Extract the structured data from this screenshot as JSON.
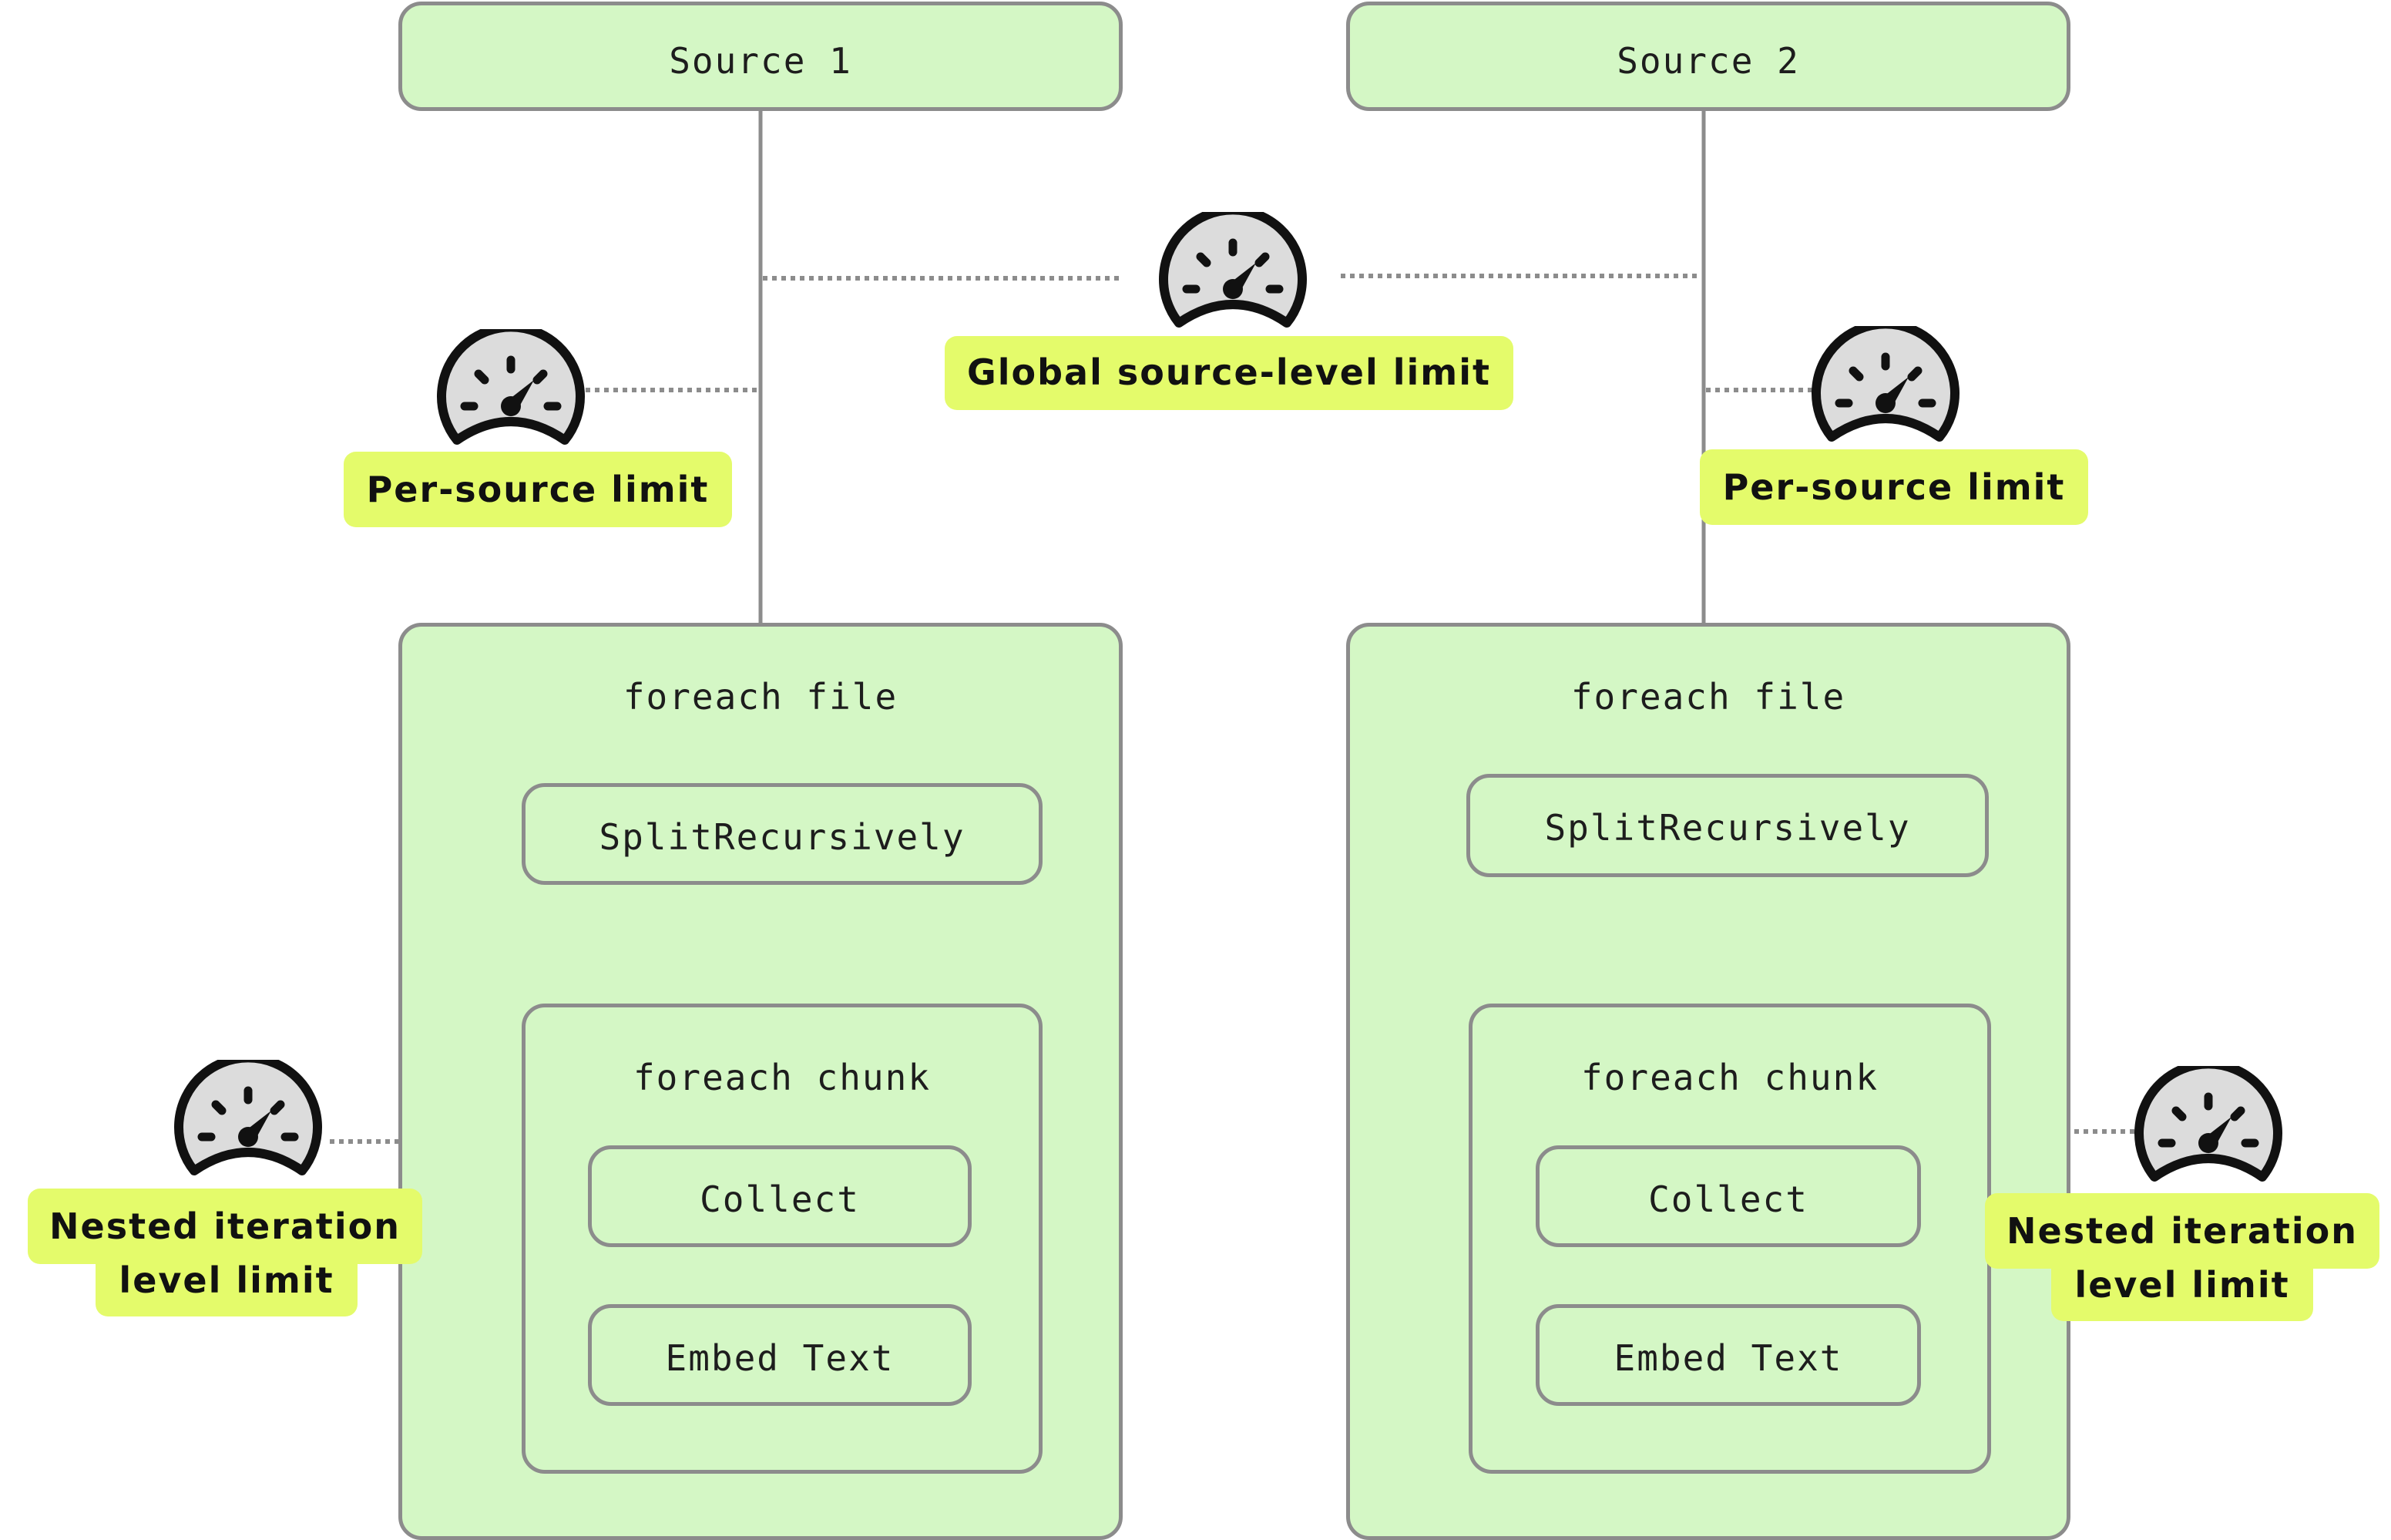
{
  "colors": {
    "box_fill": "#d4f7c5",
    "box_stroke": "#8c8c8c",
    "tag_fill": "#e4fb6b",
    "gauge_fill": "#dcdcdc",
    "gauge_stroke": "#111111",
    "dotted_line": "#8c8c8c"
  },
  "sources": [
    {
      "title": "Source 1",
      "outer_label": "foreach file",
      "split_label": "SplitRecursively",
      "inner_label": "foreach chunk",
      "collect_label": "Collect",
      "embed_label": "Embed Text"
    },
    {
      "title": "Source 2",
      "outer_label": "foreach file",
      "split_label": "SplitRecursively",
      "inner_label": "foreach chunk",
      "collect_label": "Collect",
      "embed_label": "Embed Text"
    }
  ],
  "limits": {
    "global": "Global source-level limit",
    "per_source_left": "Per-source limit",
    "per_source_right": "Per-source limit",
    "nested_left_line1": "Nested iteration",
    "nested_left_line2": "level limit",
    "nested_right_line1": "Nested iteration",
    "nested_right_line2": "level limit"
  },
  "icons": {
    "gauge": "speedometer-icon"
  }
}
